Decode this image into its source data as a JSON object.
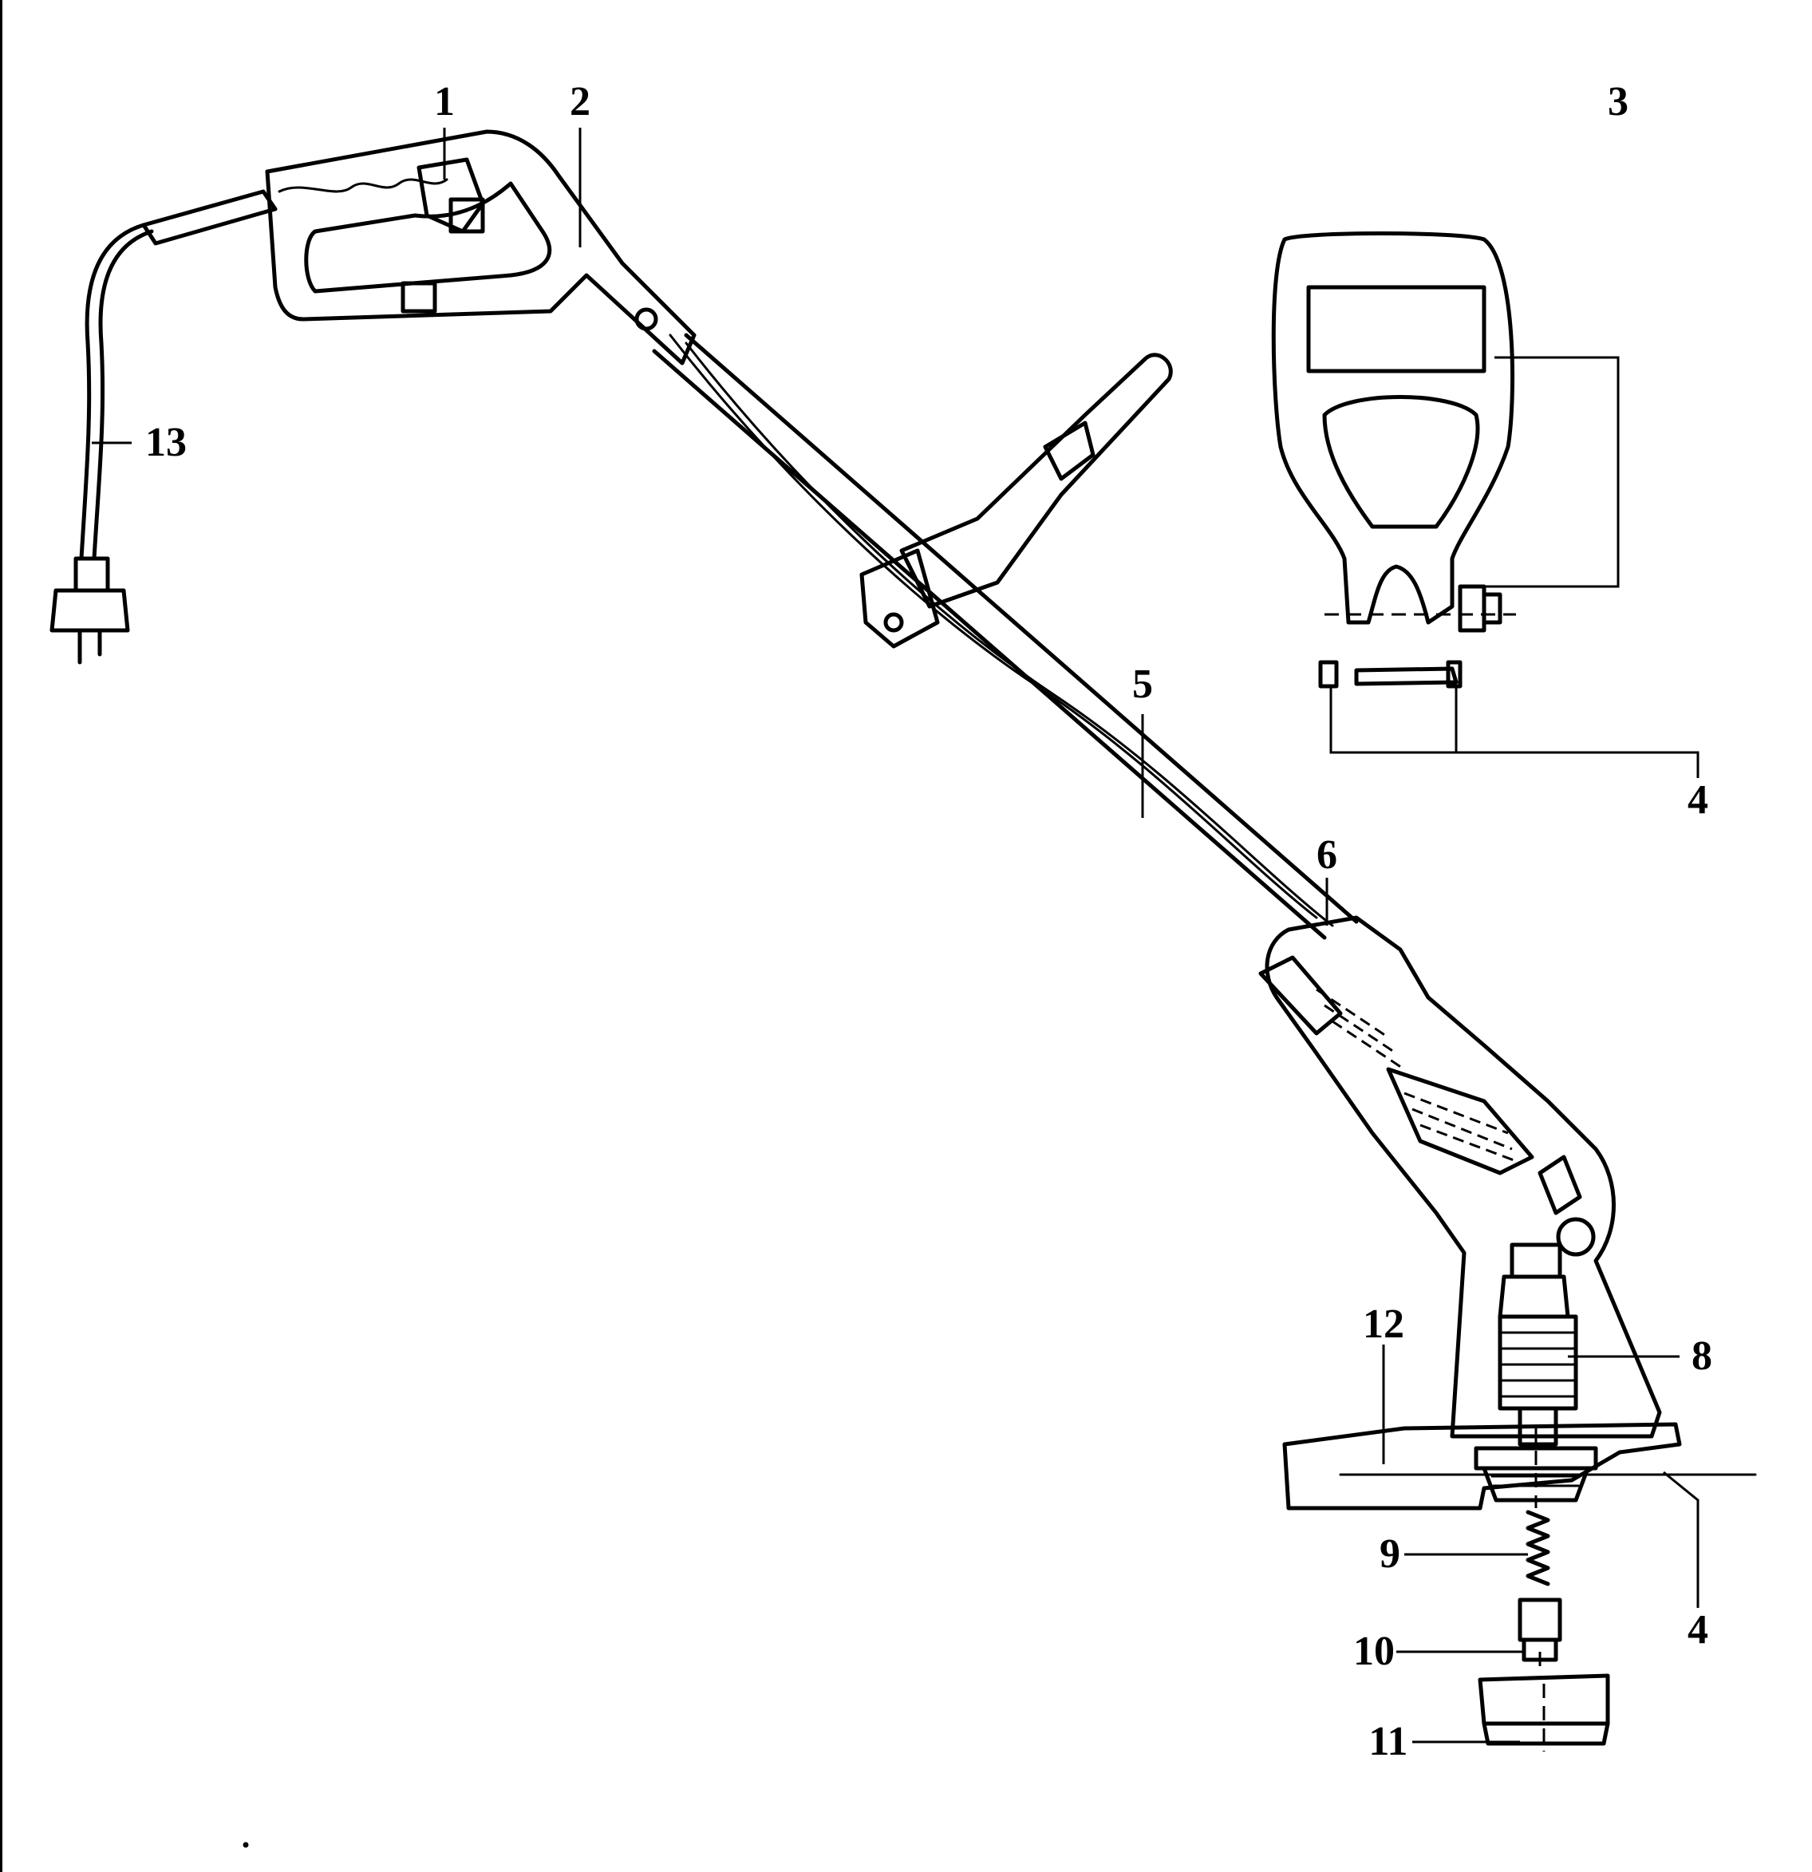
{
  "diagram": {
    "type": "exploded-parts-diagram",
    "subject": "electric string trimmer",
    "colors": {
      "line": "#000000",
      "background": "#ffffff"
    },
    "callouts": [
      {
        "id": "1",
        "text": "1"
      },
      {
        "id": "2",
        "text": "2"
      },
      {
        "id": "3",
        "text": "3"
      },
      {
        "id": "4a",
        "text": "4"
      },
      {
        "id": "4b",
        "text": "4"
      },
      {
        "id": "5",
        "text": "5"
      },
      {
        "id": "6",
        "text": "6"
      },
      {
        "id": "8",
        "text": "8"
      },
      {
        "id": "9",
        "text": "9"
      },
      {
        "id": "10",
        "text": "10"
      },
      {
        "id": "11",
        "text": "11"
      },
      {
        "id": "12",
        "text": "12"
      },
      {
        "id": "13",
        "text": "13"
      }
    ]
  }
}
